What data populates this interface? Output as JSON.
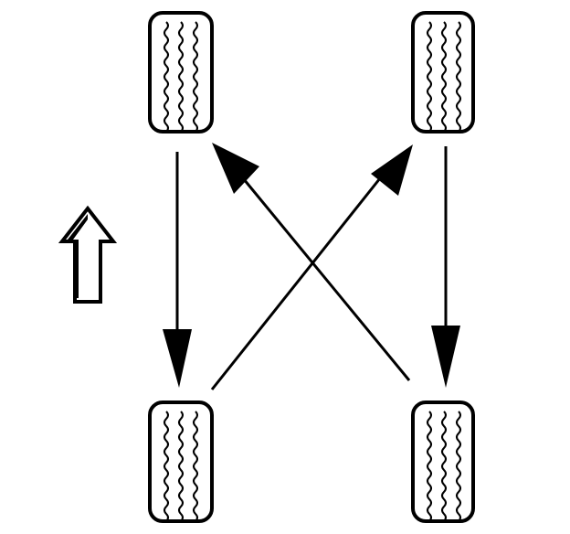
{
  "diagram": {
    "kind": "tire-rotation-pattern",
    "pattern": "forward-cross",
    "front_direction_indicator": "arrow-up-icon",
    "tires": [
      {
        "id": "front-left",
        "moves_to": "rear-left"
      },
      {
        "id": "front-right",
        "moves_to": "rear-right"
      },
      {
        "id": "rear-left",
        "moves_to": "front-right"
      },
      {
        "id": "rear-right",
        "moves_to": "front-left"
      }
    ],
    "colors": {
      "ink": "#000000",
      "background": "#ffffff"
    }
  }
}
